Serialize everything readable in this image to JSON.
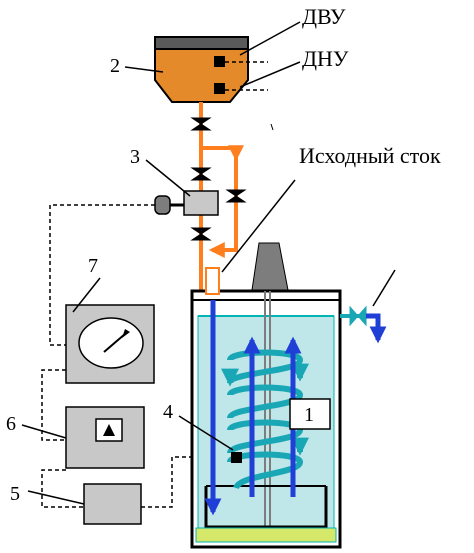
{
  "labels": {
    "dvu": "ДВУ",
    "dnu": "ДНУ",
    "inflow": "Исходный сток"
  },
  "numbers": {
    "n1": "1",
    "n2": "2",
    "n3": "3",
    "n4": "4",
    "n5": "5",
    "n6": "6",
    "n7": "7"
  },
  "colors": {
    "pipe": "#ff7f1e",
    "flow": "#1f3fd6",
    "liquid": "#bfe7ea",
    "liquid_edge": "#00b4b4",
    "hopper": "#e58a2a",
    "hopper_top": "#5a5a5a",
    "exhaust": "#7d7d7d",
    "box": "#c8c8c8",
    "line": "#000000"
  },
  "icons": [
    "valve-icon",
    "motor-pump-icon",
    "gauge-dial-icon",
    "triangle-indicator-icon",
    "sensor-icon"
  ]
}
